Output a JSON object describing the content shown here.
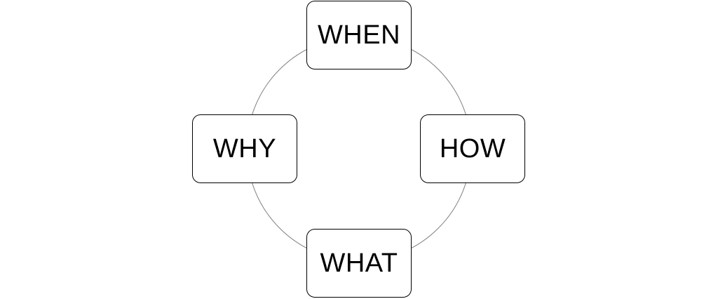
{
  "diagram": {
    "nodes": [
      {
        "id": "when",
        "label": "WHEN"
      },
      {
        "id": "how",
        "label": "HOW"
      },
      {
        "id": "what",
        "label": "WHAT"
      },
      {
        "id": "why",
        "label": "WHY"
      }
    ],
    "connector": "circle",
    "colors": {
      "background": "#ffffff",
      "border": "#000000",
      "text": "#000000",
      "cycle_line": "#808080"
    }
  }
}
